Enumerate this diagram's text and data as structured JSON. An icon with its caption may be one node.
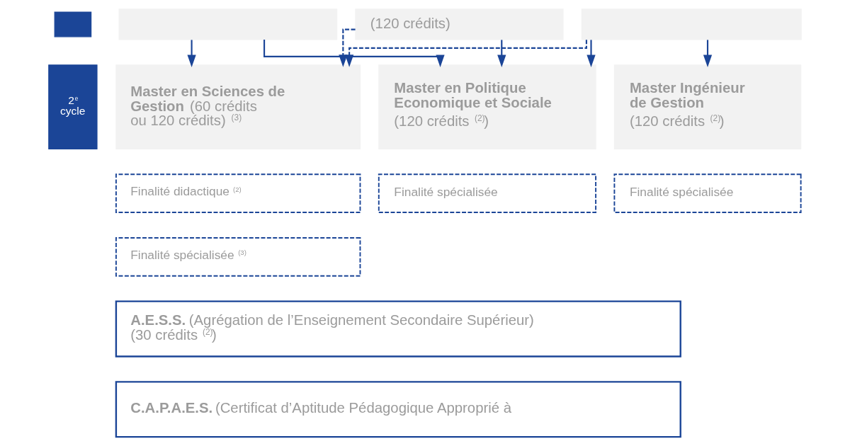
{
  "diagram": {
    "nodes": [
      {
        "text": [],
        "shape": "bar"
      },
      {
        "text": [],
        "shape": "box"
      },
      {
        "text": [
          "(120 crédits)"
        ]
      },
      {
        "text": [],
        "shape": "box"
      },
      {
        "text": [
          "2$^{e}$ cycle"
        ]
      },
      {
        "text": [
          "**Master en Sciences de Gestion** (60 crédits ou 120 crédits) $^{(3)}$"
        ]
      },
      {
        "text": [
          "Master en Politique Economique et Sociale",
          "(120 crédits $^{(2)}$)"
        ]
      },
      {
        "text": [
          "Master Ingénieur de Gestion",
          "(120 crédits $^{(2)}$)"
        ]
      },
      {
        "text": [
          "Finalité didactique $^{(2)}$"
        ]
      },
      {
        "text": [
          "Finalité spécialisée"
        ]
      },
      {
        "text": [
          "Finalité spécialisée"
        ]
      },
      {
        "text": [
          "Finalité spécialisée $^{(3)}$"
        ]
      },
      {
        "text": [
          "**A.E.S.S.** (Agrégation de l’Enseignement Secondaire Supérieur) (30 crédits $^{(2)}$)"
        ]
      },
      {
        "text": [
          "**C.A.P.A.E.S.** (Certificat d’Aptitude Pédagogique Approprié à"
        ]
      }
    ],
    "edges": [
      {
        "from": 1,
        "to": 5,
        "arrow": "to"
      },
      {
        "from": 3,
        "to": 5,
        "arrow": "to",
        "style": "dashed"
      },
      {
        "from": 2,
        "to": 5,
        "arrow": "to",
        "style": "dashed"
      },
      {
        "from": 1,
        "to": 6,
        "arrow": "to"
      },
      {
        "from": 2,
        "to": 6,
        "arrow": "to"
      },
      {
        "from": 3,
        "to": 6,
        "arrow": "to"
      },
      {
        "from": 3,
        "to": 7,
        "arrow": "to"
      }
    ]
  }
}
